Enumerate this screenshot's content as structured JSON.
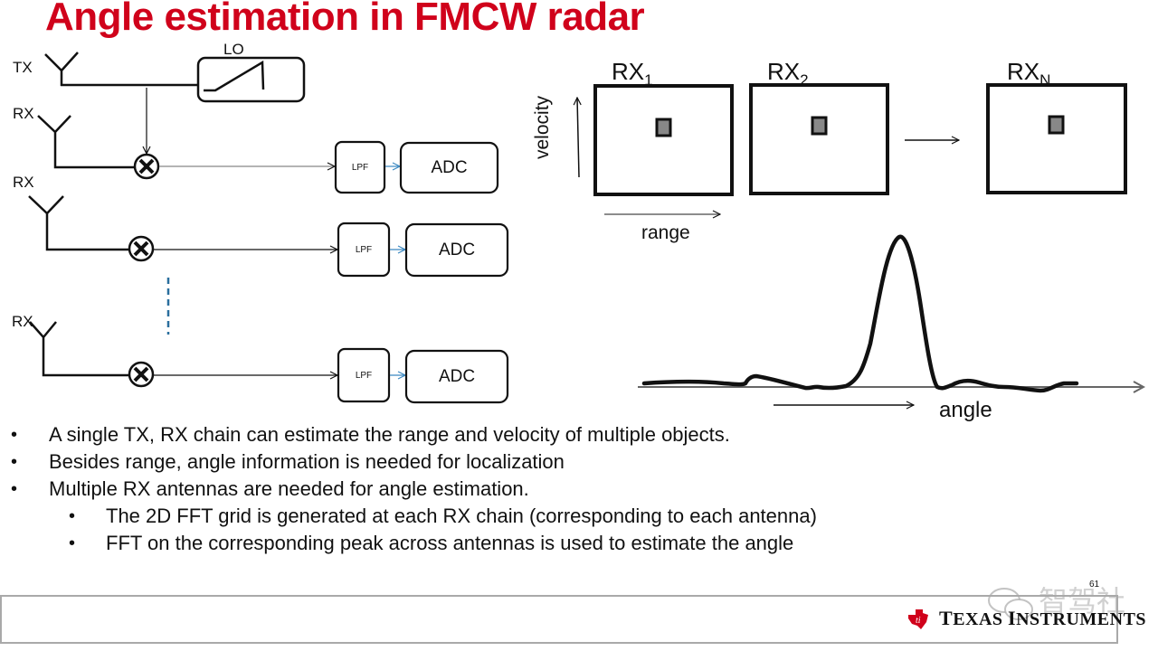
{
  "slide": {
    "title": "Angle estimation in FMCW radar",
    "page_number": "61",
    "watermark_text": "智驾社",
    "brand": {
      "name_part1": "T",
      "name_part2": "EXAS ",
      "name_part3": "I",
      "name_part4": "NSTRUMENTS",
      "color": "#d0021b"
    },
    "title_color": "#d0021b"
  },
  "block_diagram": {
    "tx_label": "TX",
    "lo_label": "LO",
    "rx_labels": [
      "RX",
      "RX",
      "RX"
    ],
    "lpf_label": "LPF",
    "adc_label": "ADC",
    "chains": 3
  },
  "fft_grids": {
    "grids": [
      {
        "label": "RX",
        "sub": "1"
      },
      {
        "label": "RX",
        "sub": "2"
      },
      {
        "label": "RX",
        "sub": "N"
      }
    ],
    "y_axis_label": "velocity",
    "x_axis_label": "range"
  },
  "angle_plot": {
    "x_axis_label": "angle",
    "description": "Angle FFT spectrum with a single dominant peak"
  },
  "bullets": [
    {
      "level": 1,
      "text": "A single TX, RX chain can estimate the range and velocity of multiple objects."
    },
    {
      "level": 1,
      "text": "Besides range,  angle information is needed for localization"
    },
    {
      "level": 1,
      "text": "Multiple RX antennas  are needed for angle estimation."
    },
    {
      "level": 2,
      "text": "The 2D FFT grid is generated at each  RX chain (corresponding to each antenna)"
    },
    {
      "level": 2,
      "text": "FFT on the corresponding peak across antennas is used to estimate the angle"
    }
  ],
  "bullet_glyph": "•"
}
